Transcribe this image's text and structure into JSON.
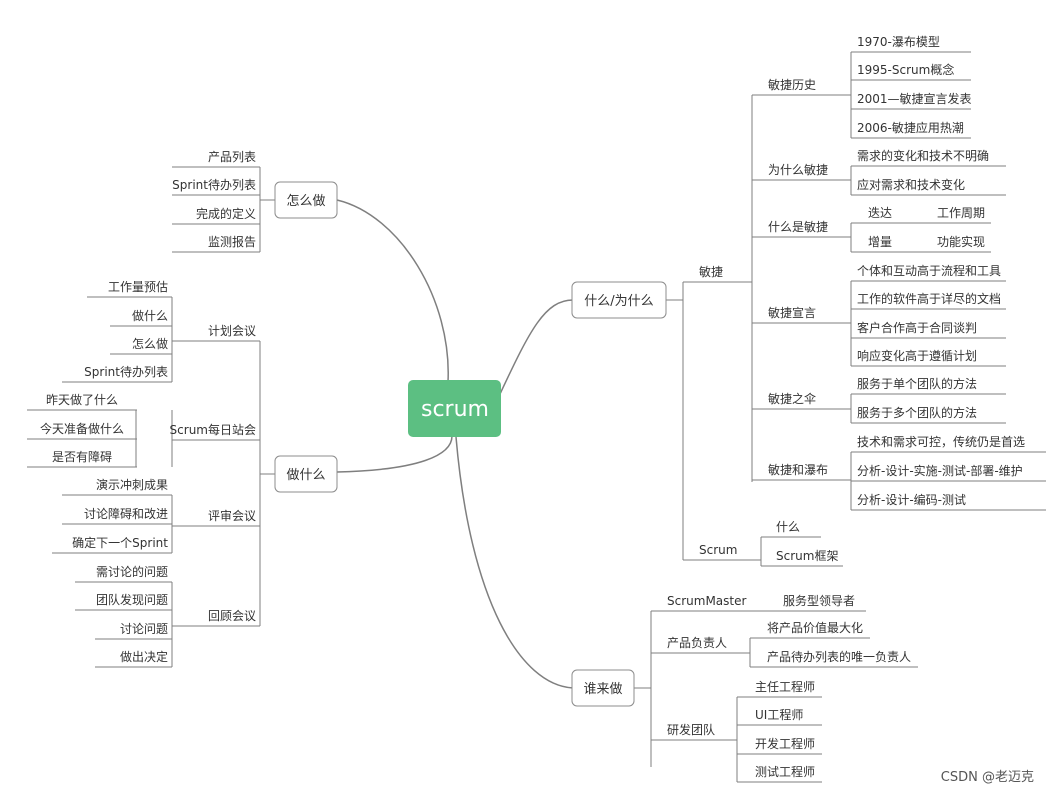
{
  "colors": {
    "line": "#7f7f7f",
    "root_fill": "#5cbf82",
    "root_text": "#ffffff",
    "box_stroke": "#8c8c8c"
  },
  "root": "scrum",
  "branches": {
    "how": {
      "label": "怎么做",
      "items": [
        "产品列表",
        "Sprint待办列表",
        "完成的定义",
        "监测报告"
      ]
    },
    "what": {
      "label": "做什么",
      "meetings": [
        {
          "label": "计划会议",
          "items": [
            "工作量预估",
            "做什么",
            "怎么做",
            "Sprint待办列表"
          ]
        },
        {
          "label": "Scrum每日站会",
          "items": [
            "昨天做了什么",
            "今天准备做什么",
            "是否有障碍"
          ]
        },
        {
          "label": "评审会议",
          "items": [
            "演示冲刺成果",
            "讨论障碍和改进",
            "确定下一个Sprint"
          ]
        },
        {
          "label": "回顾会议",
          "items": [
            "需讨论的问题",
            "团队发现问题",
            "讨论问题",
            "做出决定"
          ]
        }
      ]
    },
    "why": {
      "label": "什么/为什么",
      "agile": {
        "label": "敏捷",
        "history": {
          "label": "敏捷历史",
          "items": [
            "1970-瀑布模型",
            "1995-Scrum概念",
            "2001—敏捷宣言发表",
            "2006-敏捷应用热潮"
          ]
        },
        "why_agile": {
          "label": "为什么敏捷",
          "items": [
            "需求的变化和技术不明确",
            "应对需求和技术变化"
          ]
        },
        "what_agile": {
          "label": "什么是敏捷",
          "pairs": [
            [
              "迭达",
              "工作周期"
            ],
            [
              "增量",
              "功能实现"
            ]
          ]
        },
        "manifesto": {
          "label": "敏捷宣言",
          "items": [
            "个体和互动高于流程和工具",
            "工作的软件高于详尽的文档",
            "客户合作高于合同谈判",
            "响应变化高于遵循计划"
          ]
        },
        "umbrella": {
          "label": "敏捷之伞",
          "items": [
            "服务于单个团队的方法",
            "服务于多个团队的方法"
          ]
        },
        "waterfall": {
          "label": "敏捷和瀑布",
          "items": [
            "技术和需求可控，传统仍是首选",
            "分析-设计-实施-测试-部署-维护",
            "分析-设计-编码-测试"
          ]
        }
      },
      "scrum": {
        "label": "Scrum",
        "items": [
          "什么",
          "Scrum框架"
        ]
      }
    },
    "who": {
      "label": "谁来做",
      "roles": [
        {
          "label": "ScrumMaster",
          "items": [
            "服务型领导者"
          ]
        },
        {
          "label": "产品负责人",
          "items": [
            "将产品价值最大化",
            "产品待办列表的唯一负责人"
          ]
        },
        {
          "label": "研发团队",
          "items": [
            "主任工程师",
            "UI工程师",
            "开发工程师",
            "测试工程师"
          ]
        }
      ]
    }
  },
  "watermark": "CSDN @老迈克"
}
